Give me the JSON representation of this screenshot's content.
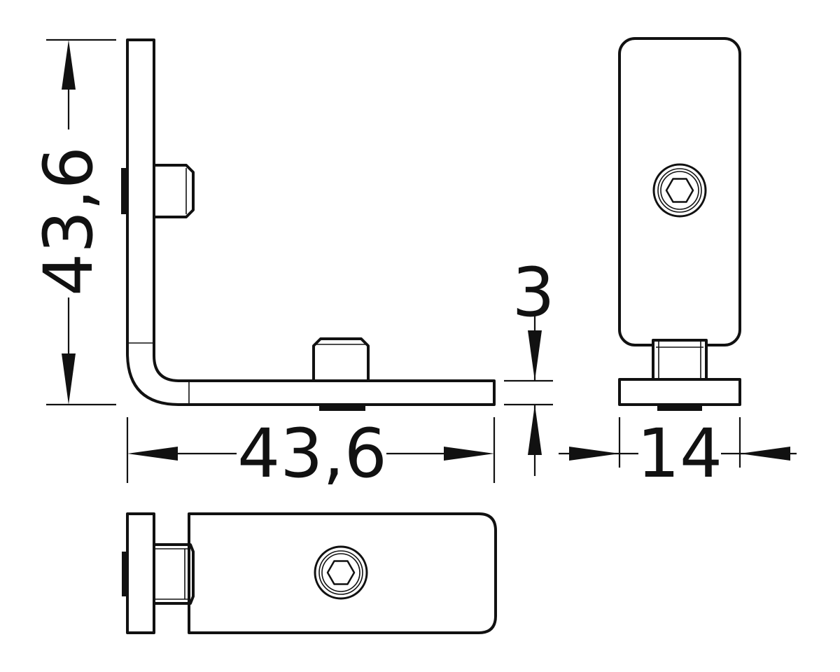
{
  "dimensions": {
    "height_label": "43,6",
    "width_label": "43,6",
    "thickness_label": "3",
    "depth_label": "14"
  },
  "colors": {
    "line": "#111111",
    "background": "#ffffff"
  }
}
